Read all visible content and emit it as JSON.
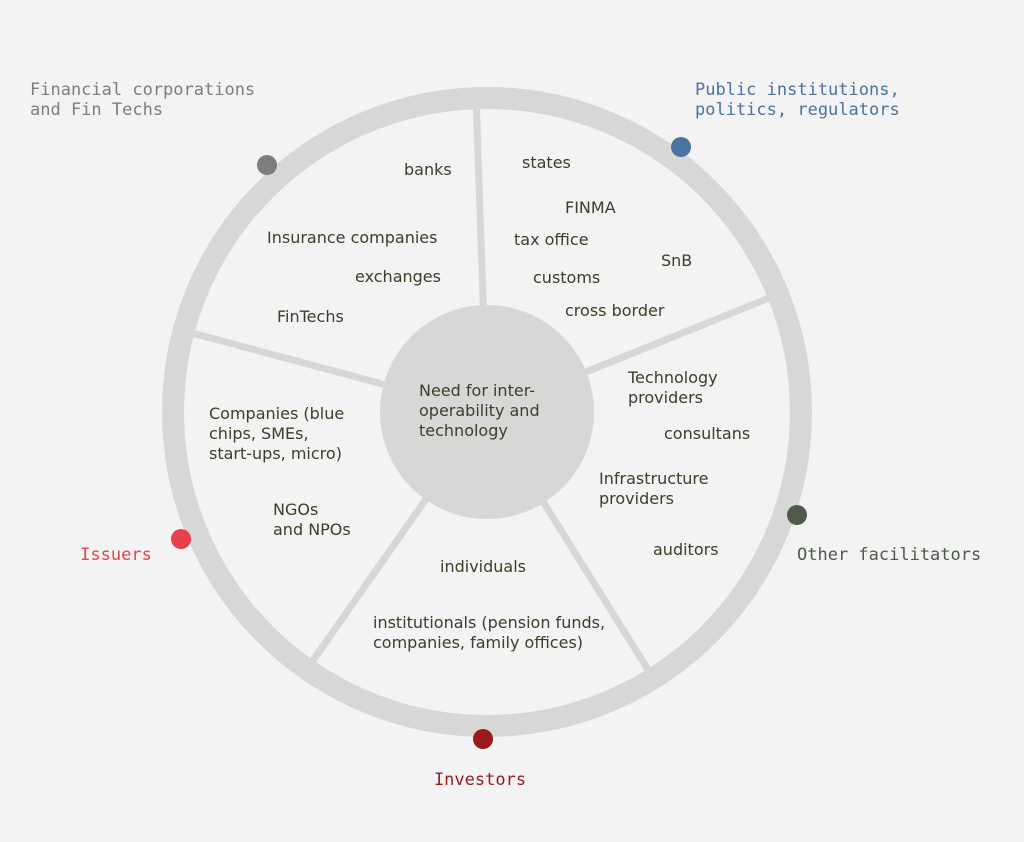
{
  "center": {
    "lines": [
      "Need for inter-",
      "operability and",
      "technology"
    ]
  },
  "groups": [
    {
      "key": "financial",
      "label_lines": [
        "Financial corporations",
        "and Fin Techs"
      ],
      "color": "#7d7d7d",
      "items": [
        [
          "banks"
        ],
        [
          "Insurance companies"
        ],
        [
          "exchanges"
        ],
        [
          "FinTechs"
        ]
      ]
    },
    {
      "key": "public",
      "label_lines": [
        "Public institutions,",
        "politics, regulators"
      ],
      "color": "#4a73a0",
      "items": [
        [
          "states"
        ],
        [
          "FINMA"
        ],
        [
          "tax office"
        ],
        [
          "SnB"
        ],
        [
          "customs"
        ],
        [
          "cross border"
        ]
      ]
    },
    {
      "key": "facilitators",
      "label_lines": [
        "Other facilitators"
      ],
      "color": "#4e5a4a",
      "items": [
        [
          "Technology",
          "providers"
        ],
        [
          "consultans"
        ],
        [
          "Infrastructure",
          "providers"
        ],
        [
          "auditors"
        ]
      ]
    },
    {
      "key": "investors",
      "label_lines": [
        "Investors"
      ],
      "color": "#9a1a1a",
      "items": [
        [
          "individuals"
        ],
        [
          "institutionals (pension funds,",
          "companies, family offices)"
        ]
      ]
    },
    {
      "key": "issuers",
      "label_lines": [
        "Issuers"
      ],
      "color": "#e8404c",
      "items": [
        [
          "Companies (blue",
          "chips, SMEs,",
          "start-ups, micro)"
        ],
        [
          "NGOs",
          "and NPOs"
        ]
      ]
    }
  ],
  "colors": {
    "background": "#f2f3f2",
    "ring": "#d7d8d6",
    "item_text": "#3a3f28"
  }
}
